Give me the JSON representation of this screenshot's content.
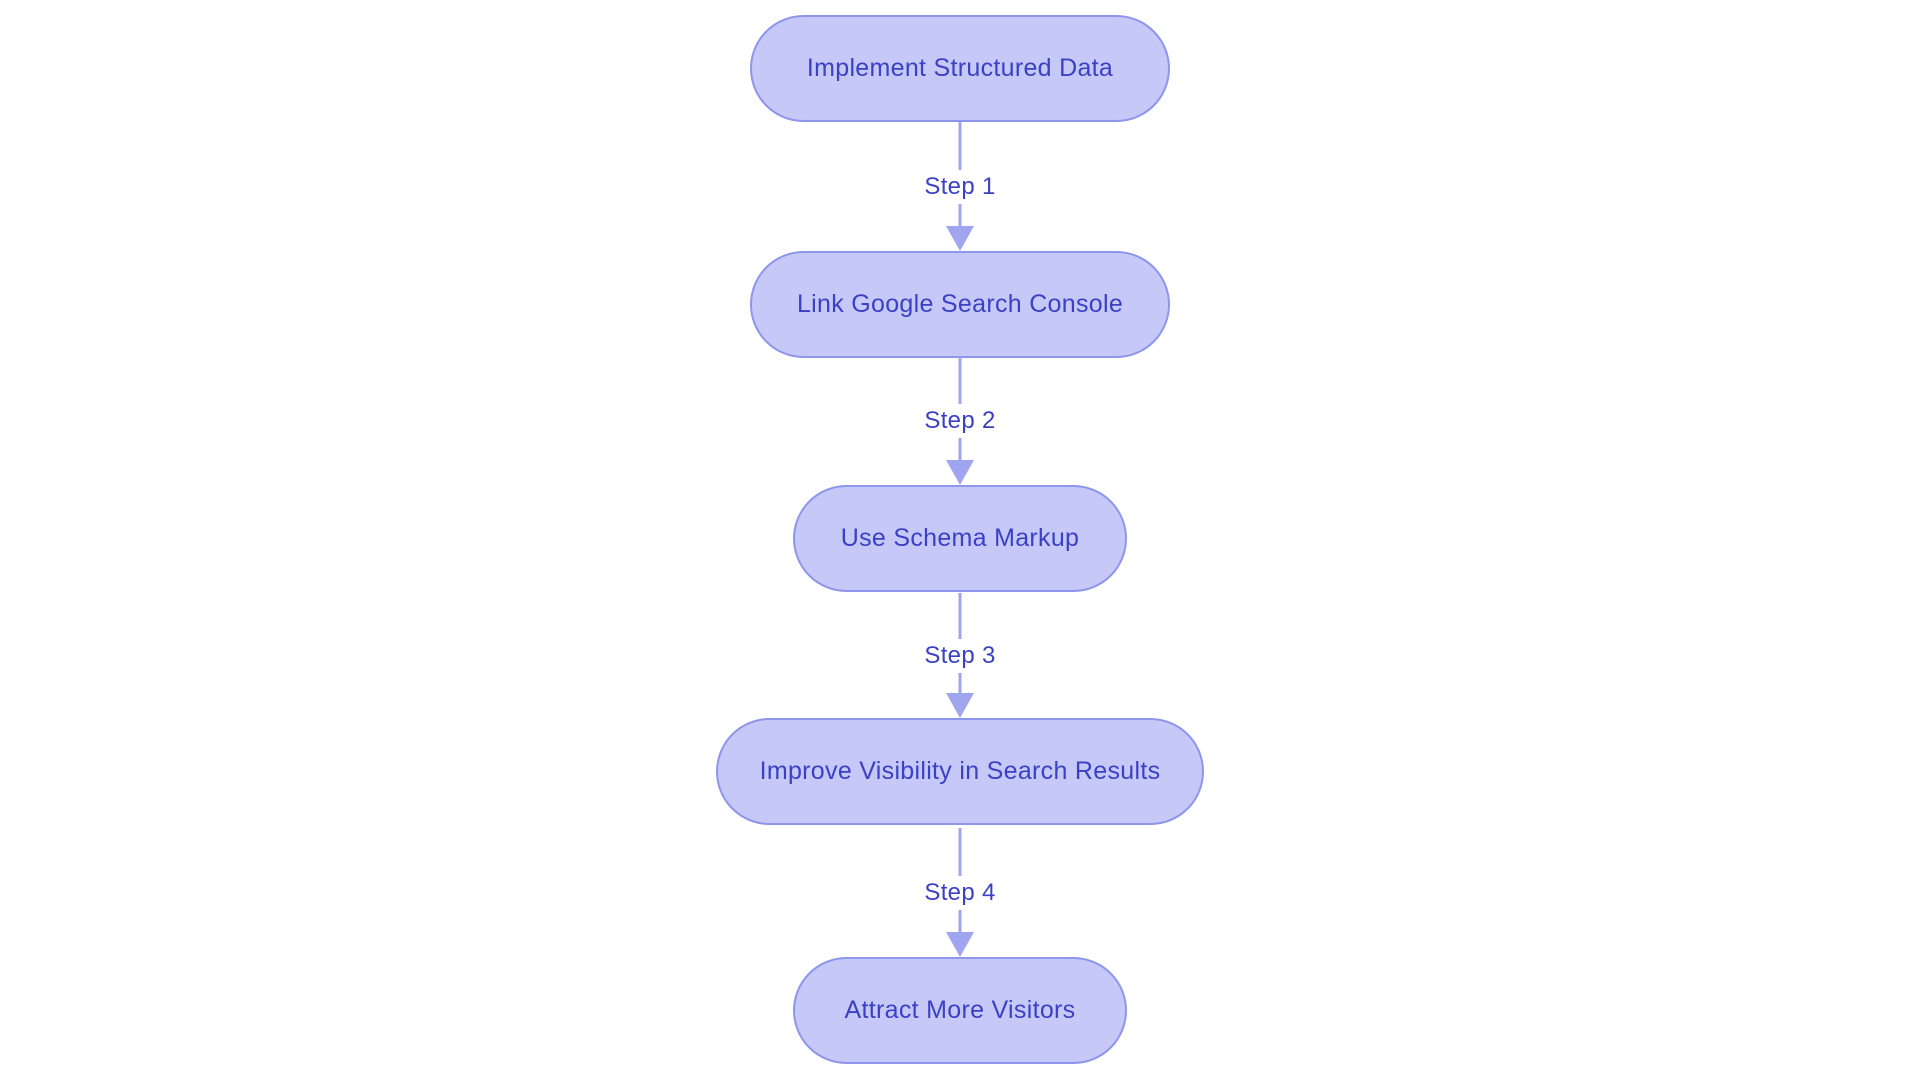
{
  "diagram": {
    "type": "flowchart",
    "direction": "top-down",
    "nodes": [
      {
        "label": "Implement Structured Data"
      },
      {
        "label": "Link Google Search Console"
      },
      {
        "label": "Use Schema Markup"
      },
      {
        "label": "Improve Visibility in Search Results"
      },
      {
        "label": "Attract More Visitors"
      }
    ],
    "edges": [
      {
        "from": "Implement Structured Data",
        "to": "Link Google Search Console",
        "label": "Step 1"
      },
      {
        "from": "Link Google Search Console",
        "to": "Use Schema Markup",
        "label": "Step 2"
      },
      {
        "from": "Use Schema Markup",
        "to": "Improve Visibility in Search Results",
        "label": "Step 3"
      },
      {
        "from": "Improve Visibility in Search Results",
        "to": "Attract More Visitors",
        "label": "Step 4"
      }
    ]
  },
  "colors": {
    "node-fill": "#c6c8f7",
    "node-border": "#8e96ec",
    "node-text": "#3b41c4",
    "arrow": "#a0a5f0",
    "edge-label-text": "#3b41c4",
    "background": "#ffffff"
  }
}
